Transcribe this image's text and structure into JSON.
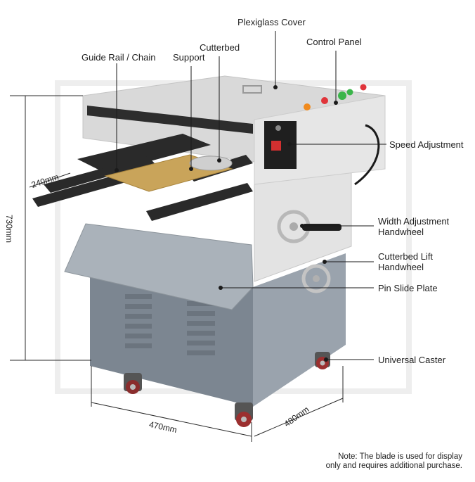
{
  "labels": {
    "plexiglass_cover": "Plexiglass Cover",
    "control_panel": "Control Panel",
    "guide_rail_chain": "Guide Rail / Chain",
    "support": "Support",
    "cutterbed": "Cutterbed",
    "speed_adjustment": "Speed Adjustment",
    "width_adjustment_line1": "Width Adjustment",
    "width_adjustment_line2": "Handwheel",
    "cutterbed_lift_line1": "Cutterbed Lift",
    "cutterbed_lift_line2": "Handwheel",
    "pin_slide_plate": "Pin Slide Plate",
    "universal_caster": "Universal Caster"
  },
  "dimensions": {
    "height": "730mm",
    "rail_width": "240mm",
    "width": "470mm",
    "depth": "480mm"
  },
  "note": {
    "line1": "Note: The blade is used for display",
    "line2": "only and requires additional purchase."
  },
  "colors": {
    "leader": "#1a1a1a",
    "machine_body": "#7f8a95",
    "machine_top": "#dcdcdc",
    "rail": "#2b2b2b",
    "button_red": "#e0343a",
    "button_green": "#3bb54a",
    "button_orange": "#f08a1e"
  }
}
